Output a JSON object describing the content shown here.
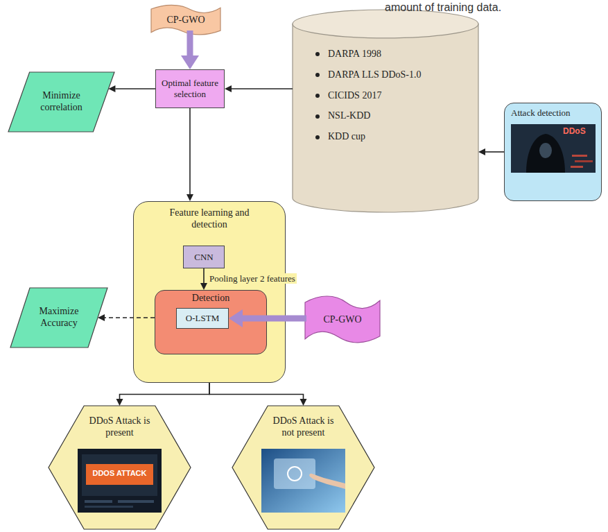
{
  "diagram": {
    "nodes": [
      {
        "text": [
          "CP-GWO"
        ]
      },
      {
        "text": [
          "Minimize correlation"
        ]
      },
      {
        "text": [
          "Optimal feature selection"
        ]
      },
      {
        "text": [
          "DARPA 1998",
          "DARPA LLS DDoS-1.0",
          "CICIDS 2017",
          "NSL-KDD",
          "KDD cup"
        ]
      },
      {
        "text": [
          "Attack detection"
        ]
      },
      {
        "text": [
          "Feature learning and detection"
        ]
      },
      {
        "text": [
          "CNN"
        ],
        "in": 5
      },
      {
        "text": [
          "Detection"
        ],
        "in": 5
      },
      {
        "text": [
          "O-LSTM"
        ],
        "in": 7
      },
      {
        "text": [
          "Maximize Accuracy"
        ]
      },
      {
        "text": [
          "CP-GWO"
        ]
      },
      {
        "text": [
          "DDoS Attack is present"
        ]
      },
      {
        "text": [
          "DDoS Attack is not present"
        ]
      }
    ],
    "edges": [
      {
        "from": 0,
        "to": 2,
        "arrow": "to"
      },
      {
        "from": 4,
        "to": 3,
        "arrow": "to"
      },
      {
        "from": 3,
        "to": 2,
        "arrow": "to"
      },
      {
        "from": 2,
        "to": 1,
        "arrow": "to"
      },
      {
        "from": 2,
        "to": 5,
        "arrow": "to"
      },
      {
        "from": 6,
        "to": 7,
        "label": "Pooling layer 2 features",
        "arrow": "to"
      },
      {
        "from": 7,
        "to": 9,
        "arrow": "to"
      },
      {
        "from": 10,
        "to": 8,
        "arrow": "to"
      },
      {
        "from": 5,
        "to": 11,
        "arrow": "to"
      },
      {
        "from": 5,
        "to": 12,
        "arrow": "to"
      }
    ],
    "labels": [
      "amount of training data.",
      "DDoS",
      "DDOS ATTACK"
    ]
  }
}
